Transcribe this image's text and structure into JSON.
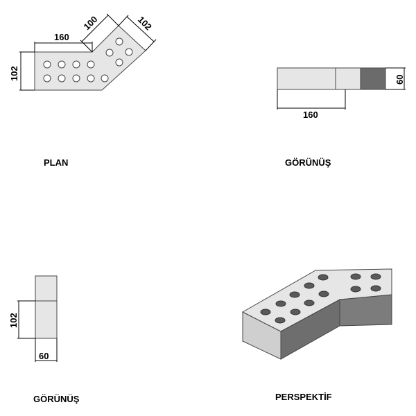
{
  "colors": {
    "face_light": "#e6e6e6",
    "face_mid": "#cfcfcf",
    "face_dark": "#8a8a8a",
    "face_darker": "#6e6e6e",
    "side_dark": "#7c7c7c",
    "hole": "#ffffff",
    "hole_dark": "#5a5a5a",
    "view_dark_band": "#6b6b6b",
    "line": "#000000"
  },
  "plan": {
    "title": "PLAN",
    "dim_top_length": "160",
    "dim_angled_inner": "100",
    "dim_angled_outer": "102",
    "dim_height": "102",
    "hole_rows": 2,
    "hole_cols_straight": 5,
    "hole_count_angled": 4
  },
  "view_front": {
    "title": "GÖRÜNÜŞ",
    "dim_length": "160",
    "dim_height": "60"
  },
  "view_side": {
    "title": "GÖRÜNÜŞ",
    "dim_height": "102",
    "dim_width": "60"
  },
  "perspective": {
    "title": "PERSPEKTİF"
  }
}
